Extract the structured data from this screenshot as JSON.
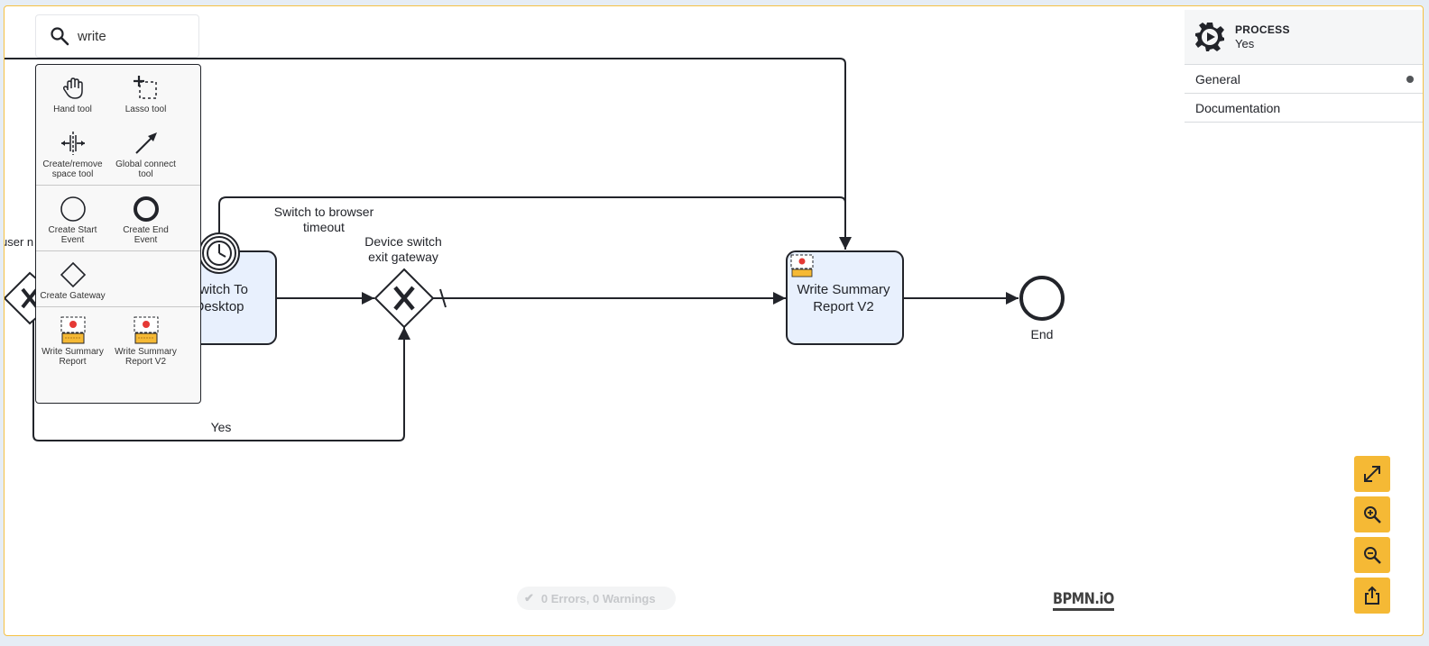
{
  "search": {
    "value": "write",
    "placeholder": ""
  },
  "palette": {
    "tools": [
      {
        "label": "Hand tool",
        "icon": "hand-icon"
      },
      {
        "label": "Lasso tool",
        "icon": "lasso-icon"
      },
      {
        "label": "Create/remove space tool",
        "icon": "space-tool-icon"
      },
      {
        "label": "Global connect tool",
        "icon": "connect-arrow-icon"
      }
    ],
    "events": [
      {
        "label": "Create Start Event",
        "icon": "start-event-icon"
      },
      {
        "label": "Create End Event",
        "icon": "end-event-icon"
      }
    ],
    "gateways": [
      {
        "label": "Create Gateway",
        "icon": "gateway-icon"
      }
    ],
    "tasks": [
      {
        "label": "Write Summary Report",
        "icon": "rpa-task-icon"
      },
      {
        "label": "Write Summary Report V2",
        "icon": "rpa-task-icon"
      }
    ]
  },
  "diagram": {
    "left_partial_label": "user n",
    "task_switch": {
      "line1": "Switch To",
      "line2": "Desktop"
    },
    "timer_label": {
      "line1": "Switch to browser",
      "line2": "timeout"
    },
    "gateway_label": {
      "line1": "Device switch",
      "line2": "exit gateway"
    },
    "task_write": {
      "line1": "Write Summary",
      "line2": "Report V2"
    },
    "end_label": "End",
    "yes_label": "Yes"
  },
  "properties": {
    "type": "PROCESS",
    "name": "Yes",
    "groups": [
      "General",
      "Documentation"
    ]
  },
  "controls": [
    "fullscreen-icon",
    "zoom-in-icon",
    "zoom-out-icon",
    "export-icon"
  ],
  "linting": {
    "text": "0 Errors, 0 Warnings"
  },
  "logo": {
    "text": "BPMN.iO"
  },
  "colors": {
    "accent": "#f5b935",
    "task_fill": "#e8f0fd",
    "stroke": "#22242a"
  }
}
